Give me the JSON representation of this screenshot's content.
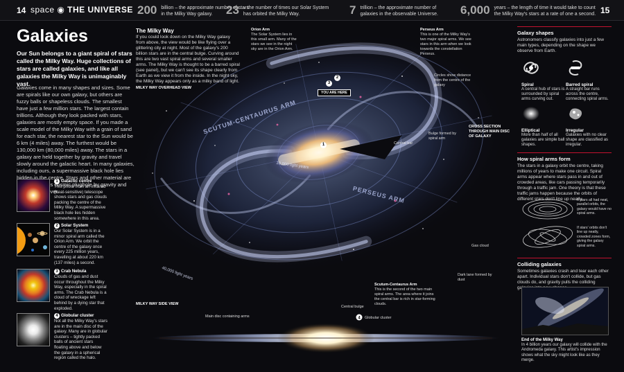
{
  "header": {
    "page_left": "14",
    "brand_light": "space",
    "brand_bold": "THE UNIVERSE",
    "page_right": "15",
    "facts": [
      {
        "num": "200",
        "text": "billion – the approximate number of stars in the Milky Way galaxy."
      },
      {
        "num": "23",
        "text": "– the number of times our Solar System has orbited the Milky Way."
      },
      {
        "num": "7",
        "text": "trillion – the approximate number of galaxies in the observable Universe."
      },
      {
        "num": "6,000",
        "text": "years – the length of time it would take to count the Milky Way's stars at a rate of one a second."
      }
    ]
  },
  "left": {
    "title": "Galaxies",
    "intro": "Our Sun belongs to a giant spiral of stars called the Milky Way. Huge collections of stars are called galaxies, and like all galaxies the Milky Way is unimaginably vast.",
    "body": "Galaxies come in many shapes and sizes. Some are spirals like our own galaxy, but others are fuzzy balls or shapeless clouds. The smallest have just a few million stars. The largest contain trillions. Although they look packed with stars, galaxies are mostly empty space. If you made a scale model of the Milky Way with a grain of sand for each star, the nearest star to the Sun would be 6 km (4 miles) away. The furthest would be 130,000 km (80,000 miles) away. The stars in a galaxy are held together by gravity and travel slowly around the galactic heart. In many galaxies, including ours, a supermassive black hole lies hidden in the centre. Stars and other material are sucked into this cosmic plughole by gravity and disappear forever.",
    "captions": [
      {
        "n": "1",
        "title": "Galactic centre",
        "text": "This photo from an infrared (heat-sensitive) telescope shows stars and gas clouds packing the centre of the Milky Way. A supermassive black hole lies hidden somewhere in this area."
      },
      {
        "n": "2",
        "title": "Solar System",
        "text": "Our Solar System is in a minor spiral arm called the Orion Arm. We orbit the centre of the galaxy once every 225 million years, travelling at about 220 km (137 miles) a second."
      },
      {
        "n": "3",
        "title": "Crab Nebula",
        "text": "Clouds of gas and dust occur throughout the Milky Way, especially in the spiral arms. The Crab Nebula is a cloud of wreckage left behind by a dying star that exploded."
      },
      {
        "n": "4",
        "title": "Globular cluster",
        "text": "Not all the Milky Way's stars are in the main disc of the galaxy. Many are in globular clusters – tightly packed balls of ancient stars floating above and below the galaxy in a spherical region called the halo."
      }
    ]
  },
  "galaxy": {
    "mw_title": "The Milky Way",
    "mw_text": "If you could look down on the Milky Way galaxy from above, the view would be like flying over a glittering city at night. Most of the galaxy's 200 billion stars are in the central bulge. Curving around this are two vast spiral arms and several smaller arms. The Milky Way is thought to be a barred spiral (see panel), but we can't see its shape clearly from Earth as we view it from the inside. In the night sky, the Milky Way appears only as a milky band of light.",
    "overhead_label": "MILKY WAY OVERHEAD VIEW",
    "side_label": "MILKY WAY SIDE VIEW",
    "cross_label": "CROSS SECTION THROUGH MAIN DISC OF GALAXY",
    "you_are_here": "YOU ARE HERE",
    "orion_title": "Orion Arm",
    "orion_text": "The Solar System lies in this small arm. Many of the stars we see in the night sky are in the Orion Arm.",
    "perseus_title": "Perseus Arm",
    "perseus_text": "This is one of the Milky Way's two major spiral arms. We see stars in this arm when we look towards the constellation Perseus.",
    "circles_text": "Circles show distance from the centre of the galaxy",
    "bulge_arm": "Bulge formed by spiral arm",
    "central_bar": "Central bar",
    "scutum_arm_big": "SCUTUM-CENTAURUS ARM",
    "perseus_big": "PERSEUS ARM",
    "ly10": "10,000 light years",
    "ly40": "40,000 light years",
    "gas_cloud": "Gas cloud",
    "dark_lane": "Dark lane formed by dust",
    "scutum_title": "Scutum-Centaurus Arm",
    "scutum_text": "This is the second of the two main spiral arms. The area where it joins the central bar is rich in star-forming clouds.",
    "main_disc": "Main disc containing arms",
    "central_bulge": "Central bulge",
    "globular": "Globular cluster"
  },
  "right": {
    "shapes_title": "Galaxy shapes",
    "shapes_text": "Astronomers classify galaxies into just a few main types, depending on the shape we observe from Earth.",
    "shapes": [
      {
        "name": "Spiral",
        "text": "A central hub of stars is surrounded by spiral arms curving out."
      },
      {
        "name": "Barred spiral",
        "text": "A straight bar runs across the centre, connecting spiral arms."
      },
      {
        "name": "Elliptical",
        "text": "More than half of all galaxies are simple ball shapes."
      },
      {
        "name": "Irregular",
        "text": "Galaxies with no clear shape are classified as irregular."
      }
    ],
    "arms_title": "How spiral arms form",
    "arms_text": "The stars in a galaxy orbit the centre, taking millions of years to make one circuit. Spiral arms appear where stars pass in and out of crowded areas, like cars passing temporarily through a traffic jam. One theory is that these traffic jams happen because the orbits of different stars don't line up neatly.",
    "arms_note1": "If stars all had neat, parallel orbits, the galaxy would have no spiral arms.",
    "arms_note2": "If stars' orbits don't line up neatly, crowded zones form, giving the galaxy spiral arms.",
    "collide_title": "Colliding galaxies",
    "collide_text": "Sometimes galaxies crash and tear each other apart. Individual stars don't collide, but gas clouds do, and gravity pulls the colliding galaxies into new shapes.",
    "end_title": "End of the Milky Way",
    "end_text": "In 4 billion years our galaxy will collide with the Andromeda galaxy. This artist's impression shows what the sky might look like as they merge."
  }
}
